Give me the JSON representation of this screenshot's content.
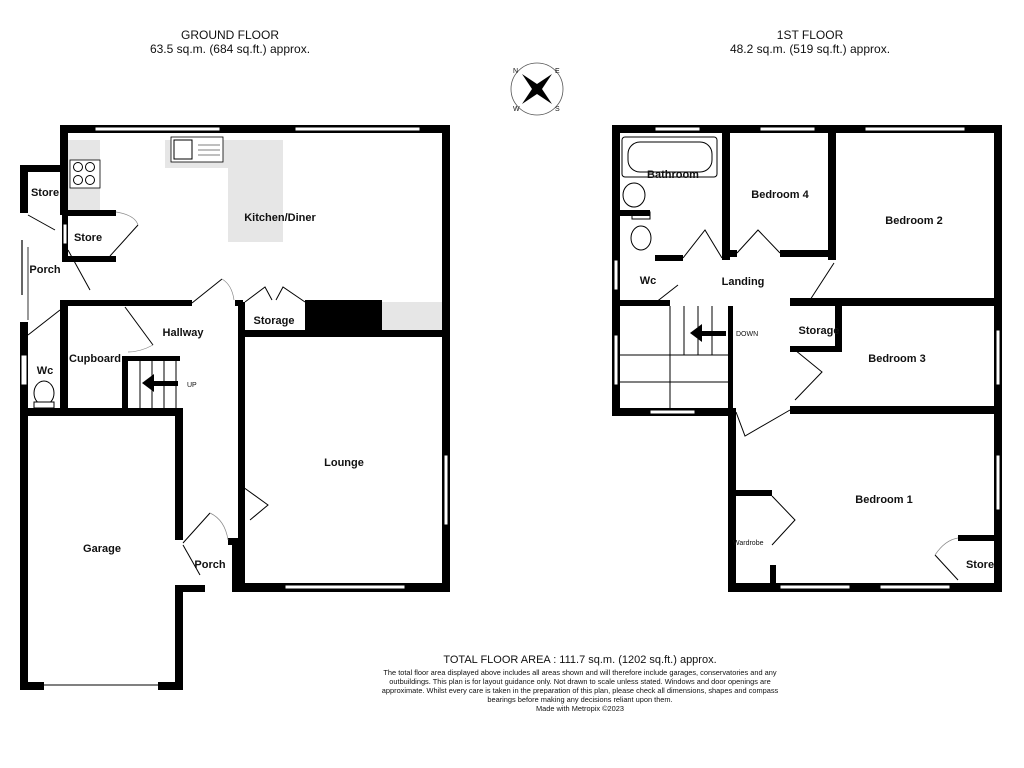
{
  "ground_floor": {
    "title": "GROUND FLOOR",
    "area": "63.5 sq.m. (684 sq.ft.) approx.",
    "rooms": {
      "store_outer": "Store",
      "store_inner": "Store",
      "porch_side": "Porch",
      "kitchen": "Kitchen/Diner",
      "hallway": "Hallway",
      "cupboard": "Cupboard",
      "storage": "Storage",
      "wc": "Wc",
      "lounge": "Lounge",
      "garage": "Garage",
      "porch_front": "Porch"
    },
    "stairs_label": "UP"
  },
  "first_floor": {
    "title": "1ST FLOOR",
    "area": "48.2 sq.m. (519 sq.ft.) approx.",
    "rooms": {
      "bathroom": "Bathroom",
      "bedroom4": "Bedroom 4",
      "bedroom2": "Bedroom 2",
      "wc": "Wc",
      "landing": "Landing",
      "storage": "Storage",
      "bedroom3": "Bedroom 3",
      "bedroom1": "Bedroom 1",
      "wardrobe": "Wardrobe",
      "store": "Store"
    },
    "stairs_label": "DOWN"
  },
  "compass": {
    "icon": "compass-rose-icon",
    "n": "N",
    "e": "E",
    "s": "S",
    "w": "W"
  },
  "footer": {
    "total": "TOTAL FLOOR AREA : 111.7 sq.m. (1202 sq.ft.) approx.",
    "disclaimer": "The total floor area displayed above includes all areas shown and will therefore include garages, conservatories and any outbuildings. This plan is for layout guidance only. Not drawn to scale unless stated. Windows and door openings are approximate. Whilst every care is taken in the preparation of this plan, please check all dimensions, shapes and compass bearings before making any decisions reliant upon them.",
    "credit": "Made with Metropix ©2023"
  }
}
